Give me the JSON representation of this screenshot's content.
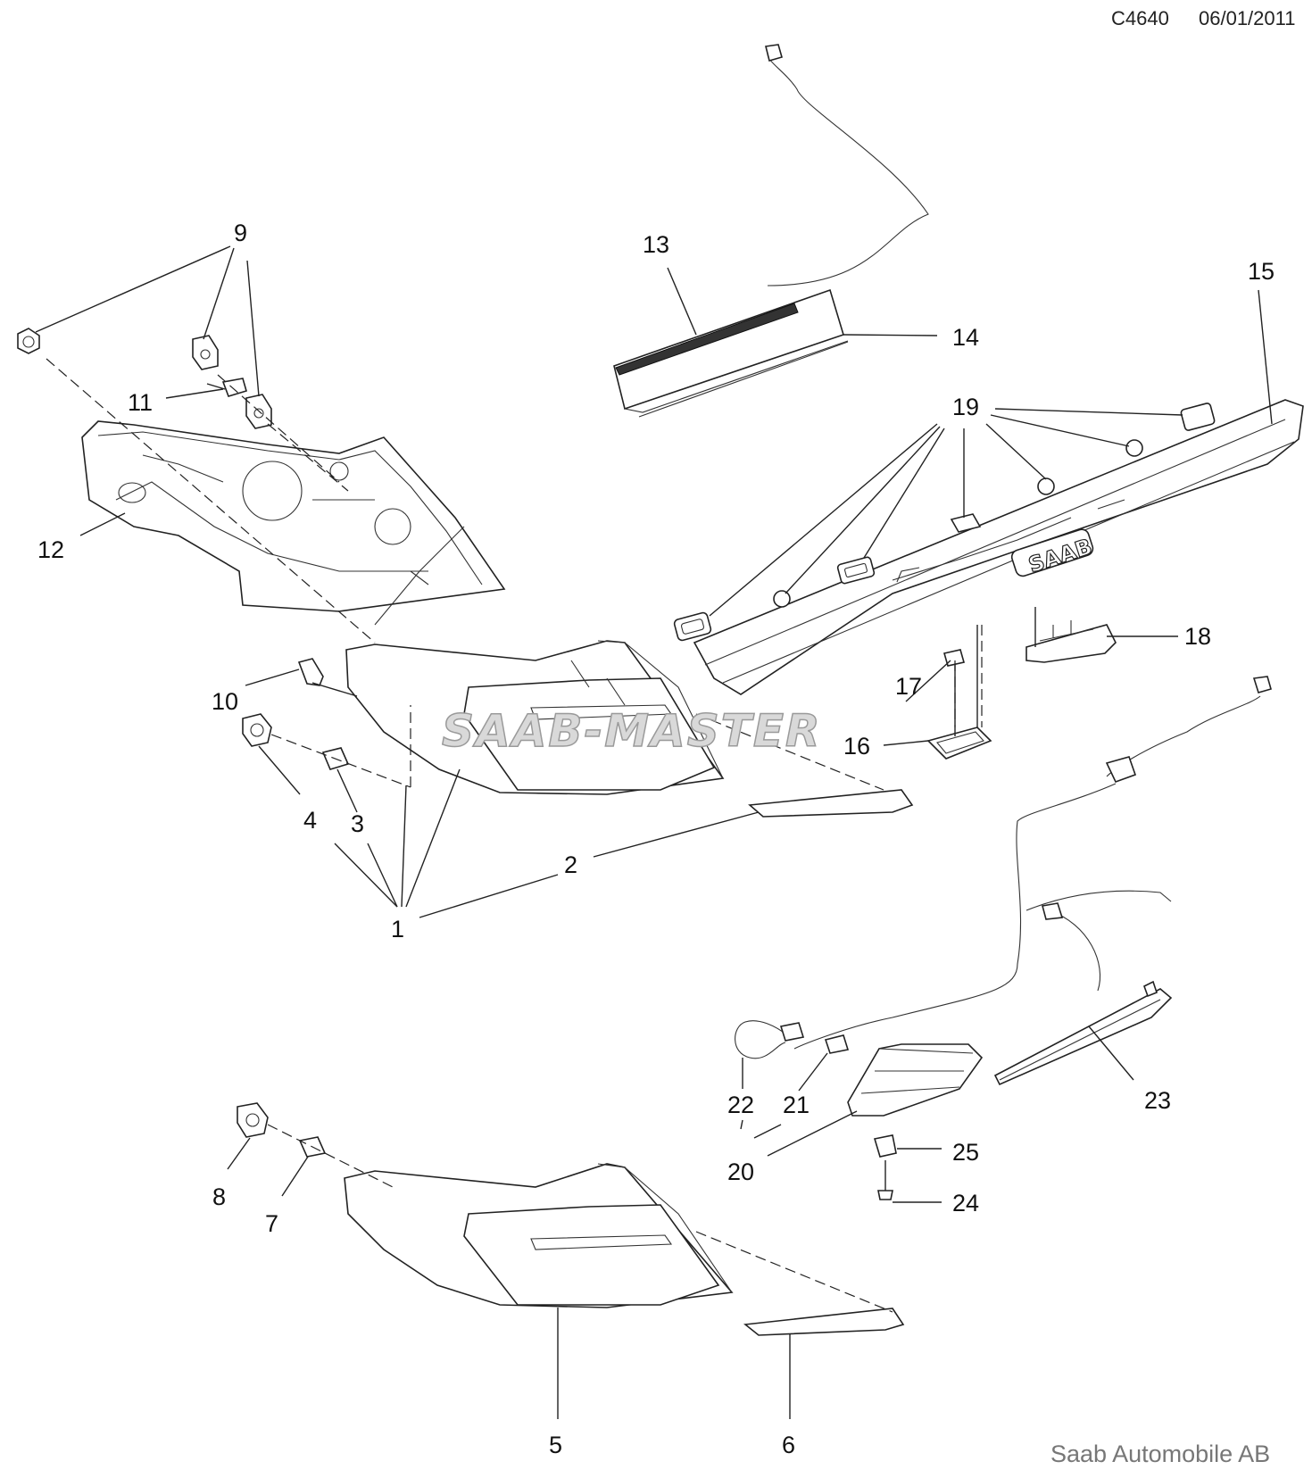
{
  "header": {
    "code": "C4640",
    "date": "06/01/2011"
  },
  "watermark": "SAAB-MASTER",
  "badge_text": "SAAB",
  "footer": "Saab Automobile AB",
  "callouts": [
    "1",
    "2",
    "3",
    "4",
    "5",
    "6",
    "7",
    "8",
    "9",
    "10",
    "11",
    "12",
    "13",
    "14",
    "15",
    "16",
    "17",
    "18",
    "19",
    "20",
    "21",
    "22",
    "23",
    "24",
    "25"
  ]
}
